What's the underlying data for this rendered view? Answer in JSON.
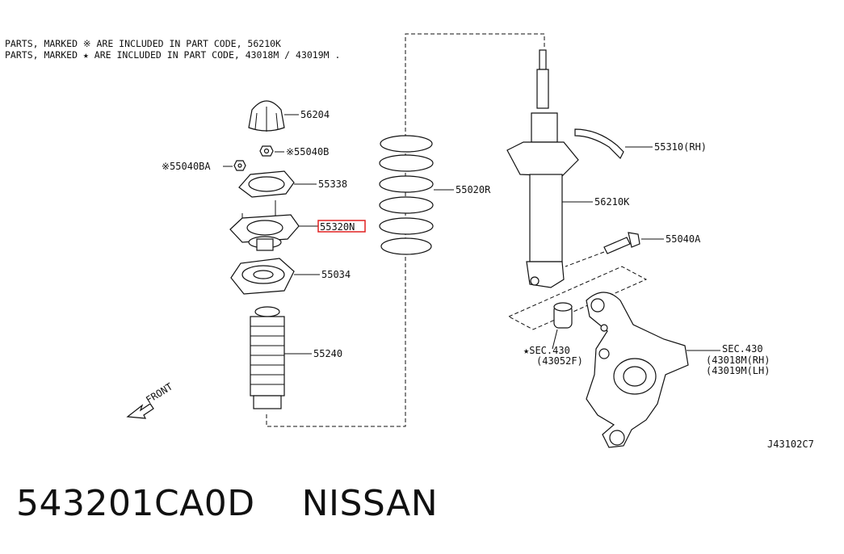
{
  "notes": [
    "PARTS, MARKED ※ ARE INCLUDED IN PART CODE, 56210K",
    "PARTS, MARKED ★ ARE INCLUDED IN PART CODE, 43018M / 43019M ."
  ],
  "labels": {
    "p56204": "56204",
    "p55040b": "※55040B",
    "p55040ba": "※55040BA",
    "p55338": "55338",
    "p55320n": "55320N",
    "p55034": "55034",
    "p55240": "55240",
    "p55020r": "55020R",
    "p55310": "55310(RH)",
    "p56210k": "56210K",
    "p55040a": "55040A",
    "sec430_left_1": "★SEC.430",
    "sec430_left_2": "(43052F)",
    "sec430_right_1": "SEC.430",
    "sec430_right_2": "(43018M(RH)",
    "sec430_right_3": "(43019M(LH)",
    "front": "FRONT",
    "diagram_code": "J43102C7"
  },
  "highlight_color": "#e02020",
  "caption": "543201CA0D    NISSAN"
}
